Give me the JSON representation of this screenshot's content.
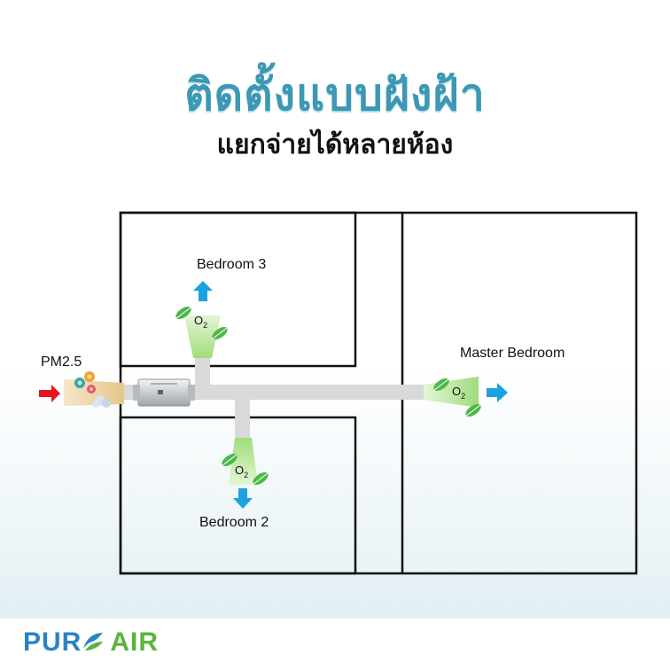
{
  "header": {
    "title": "ติดตั้งแบบฝังฝ้า",
    "subtitle": "แยกจ่ายได้หลายห้อง"
  },
  "diagram": {
    "rooms": {
      "bedroom3": "Bedroom 3",
      "bedroom2": "Bedroom 2",
      "master": "Master Bedroom"
    },
    "intake_label": "PM2.5",
    "oxygen_label": "O",
    "oxygen_subscript": "2"
  },
  "brand": {
    "name_part1": "PUR",
    "name_part2": "AIR",
    "color_blue": "#2a83c4",
    "color_green": "#5cb33e"
  },
  "colors": {
    "title": "#3c98b4",
    "arrow_blue": "#1aa3e0",
    "arrow_red": "#e4161c",
    "duct": "#d9d9d9",
    "leaf": "#4db848"
  }
}
